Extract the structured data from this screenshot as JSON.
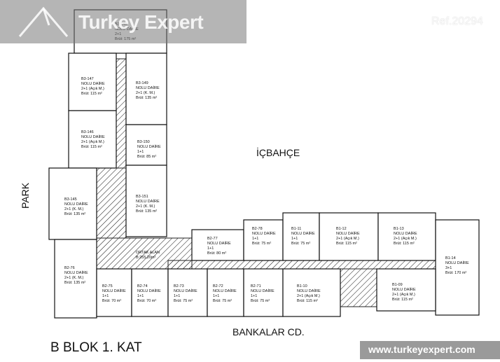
{
  "brand": {
    "logo": "Turkey Expert",
    "ref": "Ref.20294",
    "site": "www.turkeyexpert.com",
    "accent": "#9a9a9a"
  },
  "labels": {
    "title": "B BLOK 1. KAT",
    "street": "BANKALAR CD.",
    "courtyard": "İÇBAHÇE",
    "park": "PARK"
  },
  "units": [
    {
      "id": "B3-148",
      "name": "NOLU DAİRE",
      "type": "2+1",
      "area": "Brüt: 175 m²"
    },
    {
      "id": "B3-147",
      "name": "NOLU DAİRE",
      "type": "2+1 (Açık M.)",
      "area": "Brüt: 115 m²"
    },
    {
      "id": "B3-149",
      "name": "NOLU DAİRE",
      "type": "2+1 (K. M.)",
      "area": "Brüt: 135 m²"
    },
    {
      "id": "B3-146",
      "name": "NOLU DAİRE",
      "type": "2+1 (Açık M.)",
      "area": "Brüt: 115 m²"
    },
    {
      "id": "B3-150",
      "name": "NOLU DAİRE",
      "type": "1+1",
      "area": "Brüt: 85 m²"
    },
    {
      "id": "B3-145",
      "name": "NOLU DAİRE",
      "type": "2+1 (K. M.)",
      "area": "Brüt: 135 m²"
    },
    {
      "id": "B3-151",
      "name": "NOLU DAİRE",
      "type": "2+1 (K. M.)",
      "area": "Brüt: 135 m²"
    },
    {
      "id": "B2-77",
      "name": "NOLU DAİRE",
      "type": "1+1",
      "area": "Brüt: 80 m²"
    },
    {
      "id": "B2-78",
      "name": "NOLU DAİRE",
      "type": "1+1",
      "area": "Brüt: 75 m²"
    },
    {
      "id": "B1-11",
      "name": "NOLU DAİRE",
      "type": "1+1",
      "area": "Brüt: 75 m²"
    },
    {
      "id": "B1-12",
      "name": "NOLU DAİRE",
      "type": "2+1 (Açık M.)",
      "area": "Brüt: 115 m²"
    },
    {
      "id": "B1-13",
      "name": "NOLU DAİRE",
      "type": "2+1 (Açık M.)",
      "area": "Brüt: 115 m²"
    },
    {
      "id": "B2-76",
      "name": "NOLU DAİRE",
      "type": "2+1 (K. M.)",
      "area": "Brüt: 135 m²"
    },
    {
      "id": "B1-14",
      "name": "NOLU DAİRE",
      "type": "3+1",
      "area": "Brüt: 170 m²"
    },
    {
      "id": "B2-75",
      "name": "NOLU DAİRE",
      "type": "1+1",
      "area": "Brüt: 70 m²"
    },
    {
      "id": "B2-74",
      "name": "NOLU DAİRE",
      "type": "1+1",
      "area": "Brüt: 70 m²"
    },
    {
      "id": "B2-73",
      "name": "NOLU DAİRE",
      "type": "1+1",
      "area": "Brüt: 75 m²"
    },
    {
      "id": "B2-72",
      "name": "NOLU DAİRE",
      "type": "1+1",
      "area": "Brüt: 75 m²"
    },
    {
      "id": "B2-71",
      "name": "NOLU DAİRE",
      "type": "1+1",
      "area": "Brüt: 75 m²"
    },
    {
      "id": "B1-10",
      "name": "NOLU DAİRE",
      "type": "2+1 (Açık M.)",
      "area": "Brüt: 115 m²"
    },
    {
      "id": "B1-09",
      "name": "NOLU DAİRE",
      "type": "2+1 (Açık M.)",
      "area": "Brüt: 115 m²"
    }
  ],
  "common_area": {
    "name": "ORTAK ALAN",
    "area": "B:255,20m²"
  }
}
